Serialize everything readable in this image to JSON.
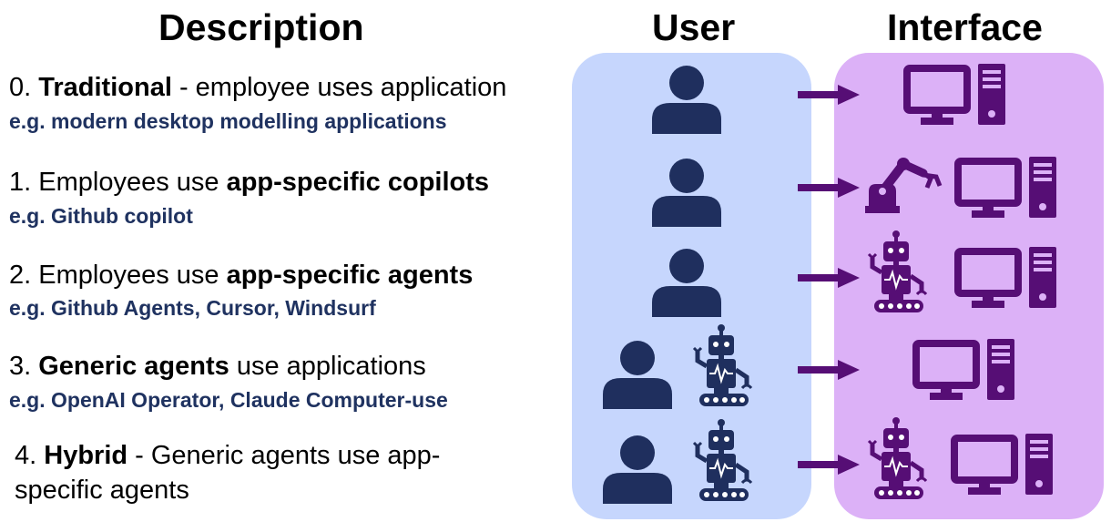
{
  "headings": {
    "description": "Description",
    "user": "User",
    "interface": "Interface"
  },
  "rows": [
    {
      "num": "0.",
      "parts": [
        {
          "b": "Traditional"
        },
        {
          "t": " - employee uses application"
        }
      ],
      "example": "e.g. modern desktop modelling applications",
      "users": [
        "person-icon"
      ],
      "interface": [
        "computer-icon"
      ]
    },
    {
      "num": "1.",
      "parts": [
        {
          "t": "Employees use "
        },
        {
          "b": "app-specific copilots"
        }
      ],
      "example": "e.g. Github copilot",
      "users": [
        "person-icon"
      ],
      "interface": [
        "robotic-arm-icon",
        "computer-icon"
      ]
    },
    {
      "num": "2.",
      "parts": [
        {
          "t": "Employees use "
        },
        {
          "b": "app-specific agents"
        }
      ],
      "example": "e.g. Github Agents, Cursor, Windsurf",
      "users": [
        "person-icon"
      ],
      "interface": [
        "robot-icon",
        "computer-icon"
      ]
    },
    {
      "num": "3.",
      "parts": [
        {
          "b": "Generic agents"
        },
        {
          "t": " use applications"
        }
      ],
      "example": "e.g. OpenAI Operator, Claude Computer-use",
      "users": [
        "person-icon",
        "robot-icon"
      ],
      "interface": [
        "computer-icon"
      ]
    },
    {
      "num": "4.",
      "parts": [
        {
          "b": "Hybrid"
        },
        {
          "t": " - Generic agents use app-"
        }
      ],
      "continuation": "specific agents",
      "users": [
        "person-icon",
        "robot-icon"
      ],
      "interface": [
        "robot-icon",
        "computer-icon"
      ]
    }
  ],
  "colors": {
    "user_panel": "#c6d6fd",
    "interface_panel": "#dcb1f7",
    "person_icon": "#1f2f5e",
    "interface_icon": "#560e75",
    "arrow": "#560e75",
    "example_text": "#1f3260"
  }
}
